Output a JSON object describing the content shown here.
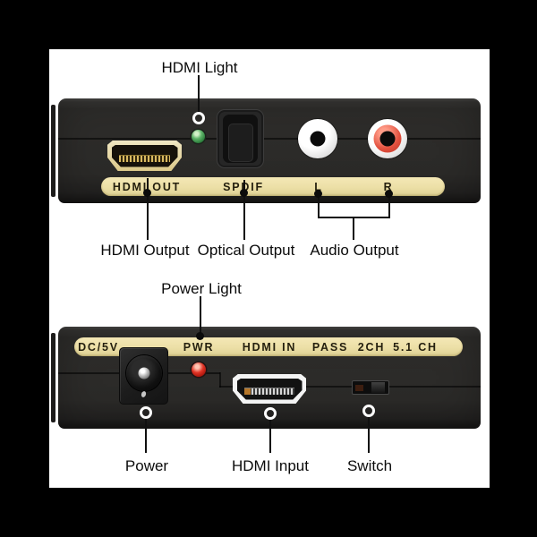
{
  "colors": {
    "background": "#000000",
    "content_background": "#ffffff",
    "panel_body": "#2c2b29",
    "label_strip": "#ecdfa6",
    "strip_text": "#241f0e",
    "callout_text": "#0b0b0b",
    "led_green": "#3f9f4f",
    "led_red": "#d81f12",
    "rca_red_ring": "#e2503e",
    "rca_white": "#f5f5f5",
    "hdmi_out_bezel": "#e5d6a5",
    "hdmi_in_bezel": "#f4f4f4"
  },
  "top_unit": {
    "light_label": "HDMI Light",
    "strip_labels": [
      "HDMI OUT",
      "SPDIF",
      "L",
      "R"
    ],
    "callouts": [
      "HDMI Output",
      "Optical Output",
      "Audio Output"
    ]
  },
  "bottom_unit": {
    "light_label": "Power Light",
    "strip_labels": [
      "DC/5V",
      "PWR",
      "HDMI IN",
      "PASS",
      "2CH",
      "5.1 CH"
    ],
    "callouts": [
      "Power",
      "HDMI Input",
      "Switch"
    ]
  }
}
